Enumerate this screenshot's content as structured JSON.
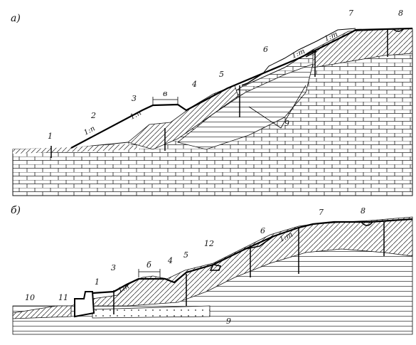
{
  "panels": {
    "a": "a)",
    "b": "б)"
  },
  "labels_a": {
    "l1": "1",
    "l2": "2",
    "l3": "3",
    "l4": "4",
    "l5": "5",
    "l6": "6",
    "l7": "7",
    "l8": "8",
    "l9": "9",
    "lb": "в"
  },
  "slopes_a": {
    "s1": "1:n",
    "s2": "1:n",
    "s3": "1:m",
    "s4": "1:m"
  },
  "labels_b": {
    "l1": "1",
    "l3": "3",
    "l4": "4",
    "l5": "5",
    "l6": "6",
    "l7": "7",
    "l8": "8",
    "l9": "9",
    "l10": "10",
    "l11": "11",
    "l12": "12",
    "lb": "б"
  },
  "slopes_b": {
    "s1": "1:n",
    "s2": "1:m"
  }
}
